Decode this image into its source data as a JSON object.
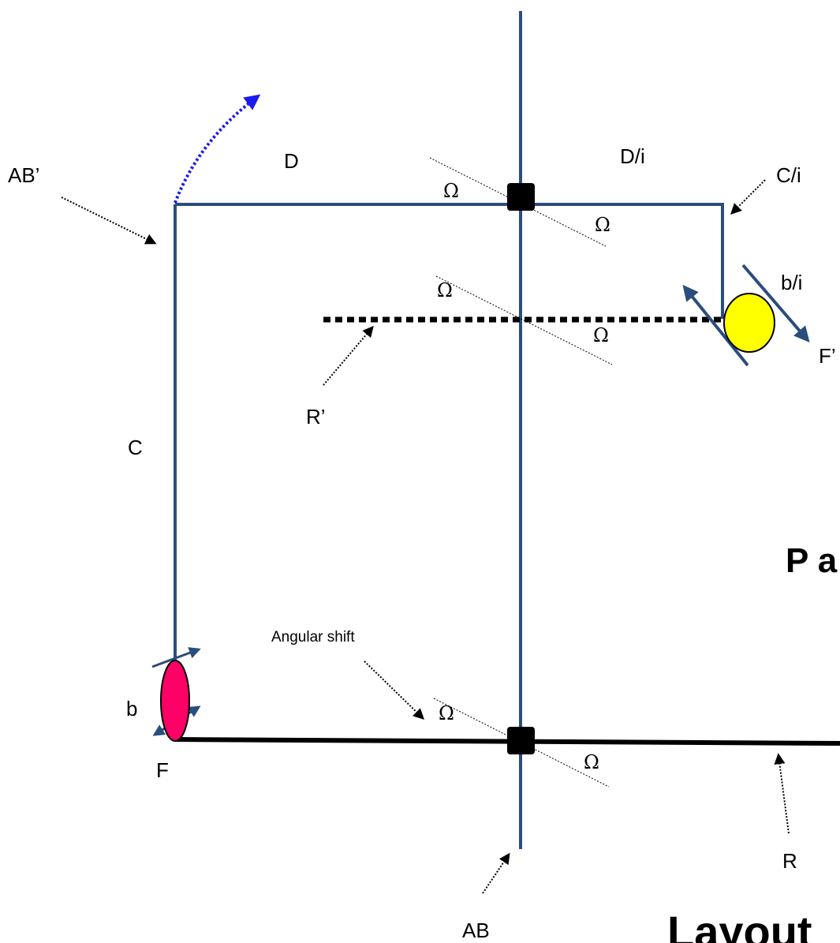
{
  "colors": {
    "axis": "#2b4d7e",
    "ray": "#000000",
    "reflected_ray": "#000000",
    "rotation_arrow": "#1a1aee",
    "bottom_mirror": "#ff0066",
    "top_mirror": "#ffff00"
  },
  "labels": {
    "ab_prime": "AB’",
    "d": "D",
    "d_i": "D/i",
    "c_i": "C/i",
    "b_i": "b/i",
    "f_prime": "F’",
    "r_prime": "R’",
    "c": "C",
    "b": "b",
    "f": "F",
    "r": "R",
    "ab": "AB",
    "angular_shift": "Angular shift",
    "partial_right": "P a",
    "layout_partial": "Layout"
  },
  "omega_symbol": "Ω",
  "icons": {
    "rotation": "curved-dotted-arrow-icon",
    "bottom_mirror": "pink-ellipse-mirror",
    "top_mirror": "yellow-circle-mirror",
    "joint": "black-square-joint"
  }
}
